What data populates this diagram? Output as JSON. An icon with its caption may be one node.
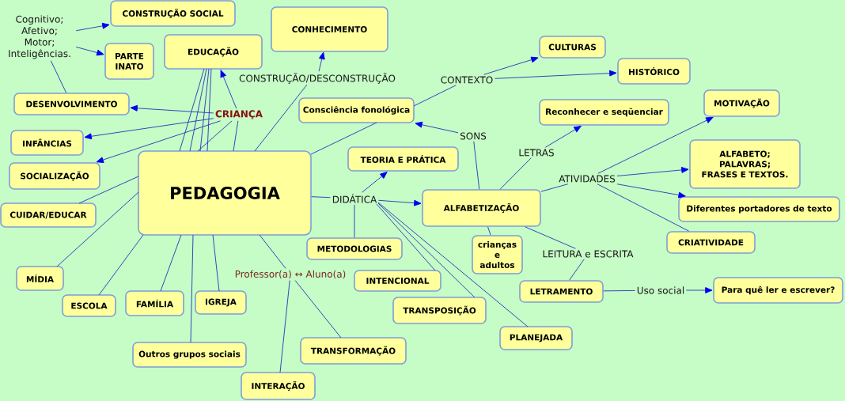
{
  "diagram": {
    "nodes": [
      {
        "text": [
          "CONSTRUÇÃO SOCIAL"
        ]
      },
      {
        "text": [
          "CONHECIMENTO"
        ]
      },
      {
        "text": [
          "Cognitivo; Afetivo; Motor; Inteligências."
        ]
      },
      {
        "text": [
          "EDUCAÇÃO"
        ]
      },
      {
        "text": [
          "CULTURAS"
        ]
      },
      {
        "text": [
          "PARTE INATO"
        ]
      },
      {
        "text": [
          "HISTÓRICO"
        ]
      },
      {
        "text": [
          "CONSTRUÇÃO/DESCONSTRUÇÃO"
        ]
      },
      {
        "text": [
          "CONTEXTO"
        ]
      },
      {
        "text": [
          "DESENVOLVIMENTO"
        ]
      },
      {
        "text": [
          "Consciência fonológica"
        ]
      },
      {
        "text": [
          "Reconhecer e seqüenciar"
        ]
      },
      {
        "text": [
          "MOTIVAÇÃO"
        ]
      },
      {
        "text": [
          "CRIANÇA"
        ]
      },
      {
        "text": [
          "INFÂNCIAS"
        ]
      },
      {
        "text": [
          "SONS"
        ]
      },
      {
        "text": [
          "ALFABETO; PALAVRAS; FRASES E TEXTOS."
        ]
      },
      {
        "text": [
          "TEORIA E PRÁTICA"
        ]
      },
      {
        "text": [
          "LETRAS"
        ]
      },
      {
        "text": [
          "PEDAGOGIA"
        ]
      },
      {
        "text": [
          "SOCIALIZAÇÃO"
        ]
      },
      {
        "text": [
          "ATIVIDADES"
        ]
      },
      {
        "text": [
          "ALFABETIZAÇÃO"
        ]
      },
      {
        "text": [
          "DIDÁTICA"
        ]
      },
      {
        "text": [
          "Diferentes portadores de texto"
        ]
      },
      {
        "text": [
          "CUIDAR/EDUCAR"
        ]
      },
      {
        "text": [
          "CRIATIVIDADE"
        ]
      },
      {
        "text": [
          "METODOLOGIAS"
        ]
      },
      {
        "text": [
          "crianças e adultos"
        ]
      },
      {
        "text": [
          "LEITURA e ESCRITA"
        ]
      },
      {
        "text": [
          "MÍDIA"
        ]
      },
      {
        "text": [
          "Professor(a) ↔ Aluno(a)"
        ]
      },
      {
        "text": [
          "INTENCIONAL"
        ]
      },
      {
        "text": [
          "Para quê ler e escrever?"
        ]
      },
      {
        "text": [
          "LETRAMENTO"
        ]
      },
      {
        "text": [
          "Uso social"
        ]
      },
      {
        "text": [
          "ESCOLA"
        ]
      },
      {
        "text": [
          "FAMÍLIA"
        ]
      },
      {
        "text": [
          "IGREJA"
        ]
      },
      {
        "text": [
          "TRANSPOSIÇÃO"
        ]
      },
      {
        "text": [
          "PLANEJADA"
        ]
      },
      {
        "text": [
          "TRANSFORMAÇÃO"
        ]
      },
      {
        "text": [
          "Outros grupos sociais"
        ]
      },
      {
        "text": [
          "INTERAÇÃO"
        ]
      }
    ],
    "edges": [
      {
        "from": 2,
        "to": 0,
        "arrow": "to"
      },
      {
        "from": 2,
        "to": 5,
        "arrow": "to"
      },
      {
        "from": 9,
        "to": 2,
        "arrow": "none"
      },
      {
        "from": 3,
        "to": 19,
        "arrow": "none"
      },
      {
        "from": 3,
        "to": 19,
        "arrow": "none"
      },
      {
        "from": 3,
        "to": 19,
        "arrow": "none"
      },
      {
        "from": 3,
        "to": 19,
        "arrow": "none"
      },
      {
        "from": 19,
        "to": 13,
        "arrow": "none"
      },
      {
        "from": 19,
        "to": 13,
        "arrow": "none"
      },
      {
        "from": 13,
        "to": 3,
        "arrow": "to"
      },
      {
        "from": 13,
        "to": 9,
        "arrow": "to"
      },
      {
        "from": 13,
        "to": 14,
        "arrow": "to"
      },
      {
        "from": 13,
        "to": 20,
        "arrow": "to"
      },
      {
        "from": 19,
        "to": 25,
        "arrow": "none"
      },
      {
        "from": 19,
        "to": 30,
        "arrow": "none"
      },
      {
        "from": 19,
        "to": 36,
        "arrow": "none"
      },
      {
        "from": 19,
        "to": 37,
        "arrow": "none"
      },
      {
        "from": 19,
        "to": 42,
        "arrow": "none"
      },
      {
        "from": 19,
        "to": 38,
        "arrow": "none"
      },
      {
        "from": 19,
        "to": 31,
        "arrow": "none"
      },
      {
        "from": 31,
        "to": 43,
        "arrow": "none"
      },
      {
        "from": 31,
        "to": 41,
        "arrow": "none"
      },
      {
        "from": 19,
        "to": 7,
        "arrow": "none"
      },
      {
        "from": 7,
        "to": 1,
        "arrow": "to"
      },
      {
        "from": 19,
        "to": 10,
        "arrow": "none"
      },
      {
        "from": 10,
        "to": 8,
        "arrow": "none"
      },
      {
        "from": 8,
        "to": 4,
        "arrow": "to"
      },
      {
        "from": 8,
        "to": 6,
        "arrow": "to"
      },
      {
        "from": 19,
        "to": 23,
        "arrow": "none"
      },
      {
        "from": 23,
        "to": 17,
        "arrow": "to"
      },
      {
        "from": 23,
        "to": 22,
        "arrow": "to"
      },
      {
        "from": 23,
        "to": 27,
        "arrow": "none"
      },
      {
        "from": 23,
        "to": 32,
        "arrow": "none"
      },
      {
        "from": 23,
        "to": 39,
        "arrow": "none"
      },
      {
        "from": 23,
        "to": 40,
        "arrow": "none"
      },
      {
        "from": 22,
        "to": 15,
        "arrow": "none"
      },
      {
        "from": 15,
        "to": 10,
        "arrow": "to"
      },
      {
        "from": 22,
        "to": 18,
        "arrow": "none"
      },
      {
        "from": 18,
        "to": 11,
        "arrow": "to"
      },
      {
        "from": 22,
        "to": 21,
        "arrow": "none"
      },
      {
        "from": 21,
        "to": 12,
        "arrow": "to"
      },
      {
        "from": 21,
        "to": 16,
        "arrow": "to"
      },
      {
        "from": 21,
        "to": 24,
        "arrow": "to"
      },
      {
        "from": 21,
        "to": 26,
        "arrow": "none"
      },
      {
        "from": 22,
        "to": 29,
        "arrow": "none"
      },
      {
        "from": 29,
        "to": 34,
        "arrow": "none"
      },
      {
        "from": 34,
        "to": 35,
        "arrow": "none"
      },
      {
        "from": 35,
        "to": 33,
        "arrow": "to"
      },
      {
        "from": 22,
        "to": 28,
        "arrow": "none"
      }
    ]
  }
}
